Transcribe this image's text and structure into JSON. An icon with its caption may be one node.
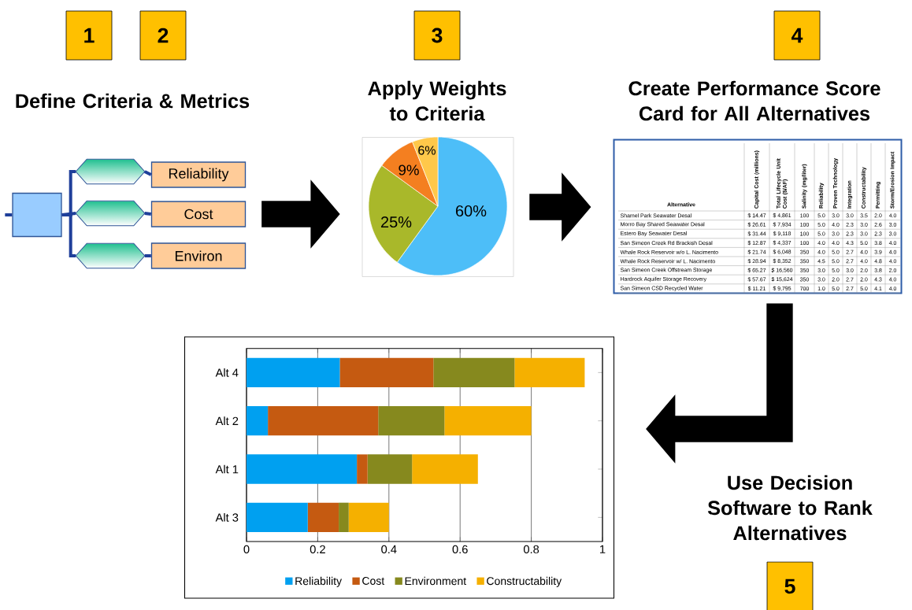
{
  "diagram": {
    "nodes": [
      {
        "text": [
          "1"
        ]
      },
      {
        "text": [
          "2"
        ]
      },
      {
        "text": [
          "3"
        ]
      },
      {
        "text": [
          "4"
        ]
      },
      {
        "text": [
          "5"
        ]
      },
      {
        "text": [],
        "shape": "box"
      },
      {
        "text": [],
        "shape": "hexagon"
      },
      {
        "text": [],
        "shape": "hexagon"
      },
      {
        "text": [],
        "shape": "hexagon"
      },
      {
        "text": [
          "Reliability"
        ]
      },
      {
        "text": [
          "Cost"
        ]
      },
      {
        "text": [
          "Environ"
        ]
      },
      {
        "text": [
          "60%",
          "25%",
          "9%",
          "6%"
        ]
      },
      {
        "text": [],
        "shape": "table"
      },
      {
        "text": [],
        "shape": "box"
      }
    ],
    "edges": [
      {
        "from": null,
        "to": 5,
        "arrow": "none"
      },
      {
        "from": 5,
        "to": 6,
        "arrow": "none"
      },
      {
        "from": 5,
        "to": 7,
        "arrow": "none"
      },
      {
        "from": 5,
        "to": 8,
        "arrow": "none"
      },
      {
        "from": 6,
        "to": 9,
        "arrow": "none"
      },
      {
        "from": 7,
        "to": 10,
        "arrow": "none"
      },
      {
        "from": 8,
        "to": 11,
        "arrow": "none"
      },
      {
        "from": 10,
        "to": 12,
        "arrow": "to",
        "style": "thick",
        "color": "#000000"
      },
      {
        "from": 12,
        "to": 13,
        "arrow": "to",
        "style": "thick",
        "color": "#000000"
      },
      {
        "from": 13,
        "to": 14,
        "arrow": "to",
        "style": "thick",
        "color": "#000000"
      }
    ],
    "labels": [
      "Define Criteria & Metrics",
      "Apply Weights to Criteria",
      "Create Performance Score Card for All Alternatives",
      "Use Decision Software to Rank Alternatives",
      "Alternative",
      "Capital Cost (millions)",
      "Total Lifecycle Unit Cost ($/AF)",
      "Salinity (mg/liter)",
      "Reliability",
      "Proven Technology",
      "Integration",
      "Constructability",
      "Permitting",
      "Storm/Erosion Impact",
      "Shamel Park Seawater Desal",
      "$ 14.47",
      "$ 4,861",
      "100",
      "5.0",
      "3.0",
      "3.0",
      "3.5",
      "2.0",
      "4.0",
      "Morro Bay Shared Seawater Desal",
      "$ 26.61",
      "$ 7,934",
      "100",
      "5.0",
      "4.0",
      "2.3",
      "3.0",
      "2.6",
      "3.0",
      "Estero Bay Seawater Desal",
      "$ 31.44",
      "$ 9,118",
      "100",
      "5.0",
      "3.0",
      "2.3",
      "3.0",
      "2.3",
      "3.0",
      "San Simeon Creek Rd Brackish Desal",
      "$ 12.87",
      "$ 4,337",
      "100",
      "4.0",
      "4.0",
      "4.3",
      "5.0",
      "3.8",
      "4.0",
      "Whale Rock Reservoir w/o L. Nacimento",
      "$ 21.74",
      "$ 6,048",
      "350",
      "4.0",
      "5.0",
      "2.7",
      "4.0",
      "3.9",
      "4.0",
      "Whale Rock Reservoir w/ L. Nacimento",
      "$ 28.94",
      "$ 8,352",
      "350",
      "4.5",
      "5.0",
      "2.7",
      "4.0",
      "4.8",
      "4.0",
      "San Simeon Creek Offstream Storage",
      "$ 65.27",
      "$ 16,560",
      "350",
      "3.0",
      "5.0",
      "3.0",
      "2.0",
      "3.8",
      "2.0",
      "Hardrock Aquifer Storage Recovery",
      "$ 57.67",
      "$ 15,624",
      "350",
      "3.0",
      "2.0",
      "2.7",
      "2.0",
      "4.3",
      "4.0",
      "San Simeon CSD Recycled Water",
      "$ 11.21",
      "$ 9,795",
      "700",
      "1.0",
      "5.0",
      "2.7",
      "5.0",
      "4.1",
      "4.0"
    ],
    "chart_data": {
      "type": "bar",
      "orientation": "horizontal",
      "stacked": true,
      "categories": [
        "Alt 4",
        "Alt 2",
        "Alt 1",
        "Alt 3"
      ],
      "series": [
        {
          "name": "Reliability",
          "color": "#00a0f0",
          "values": [
            0.262,
            0.06,
            0.31,
            0.172
          ]
        },
        {
          "name": "Cost",
          "color": "#c55a11",
          "values": [
            0.263,
            0.31,
            0.03,
            0.087
          ]
        },
        {
          "name": "Environment",
          "color": "#86891e",
          "values": [
            0.228,
            0.186,
            0.125,
            0.028
          ]
        },
        {
          "name": "Constructability",
          "color": "#f5b000",
          "values": [
            0.197,
            0.244,
            0.185,
            0.113
          ]
        }
      ],
      "xlim": [
        0,
        1
      ],
      "xticks": [
        0,
        0.2,
        0.4,
        0.6,
        0.8,
        1
      ],
      "grid": "x",
      "legend": "bottom"
    }
  }
}
